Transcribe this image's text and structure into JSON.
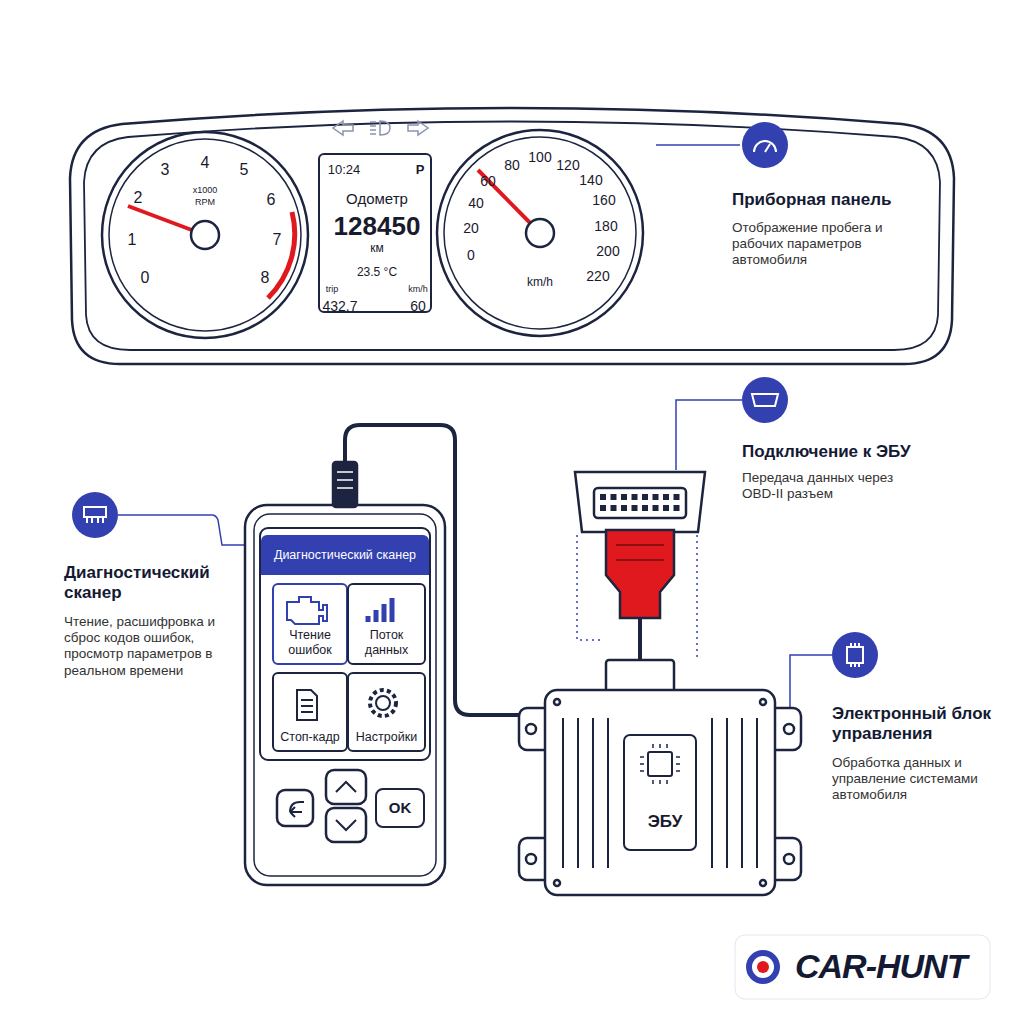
{
  "diagram": {
    "nodes": [
      {
        "text": [
          "10:24",
          "P",
          "Одометр",
          "128450",
          "км",
          "23.5 °C",
          "trip",
          "432.7",
          "km/h",
          "60"
        ]
      },
      {
        "text": [
          "Диагностический сканер"
        ]
      },
      {
        "text": [
          "Чтение ошибок"
        ],
        "in": 1
      },
      {
        "text": [
          "Поток данных"
        ],
        "in": 1
      },
      {
        "text": [
          "Стоп-кадр"
        ],
        "in": 1
      },
      {
        "text": [
          "Настройки"
        ],
        "in": 1
      },
      {
        "text": [
          "OK"
        ],
        "in": 1
      },
      {
        "text": [
          "ЭБУ"
        ]
      }
    ],
    "edges": [
      {
        "from": 1,
        "to": 7,
        "arrow": "none"
      }
    ],
    "labels": [
      "0",
      "1",
      "2",
      "3",
      "4",
      "5",
      "6",
      "7",
      "8",
      "x1000",
      "RPM",
      "0",
      "20",
      "40",
      "60",
      "80",
      "100",
      "120",
      "140",
      "160",
      "180",
      "200",
      "220",
      "km/h",
      "Приборная панель",
      "Отображение пробега и рабочих параметров автомобиля",
      "Подключение к ЭБУ",
      "Передача данных через OBD-II разъем",
      "Диагностический сканер",
      "Чтение, расшифровка и сброс кодов ошибок, просмотр параметров в реальном времени",
      "Электронный блок управления",
      "Обработка данных и управление системами автомобиля",
      "CAR-HUNT"
    ]
  }
}
